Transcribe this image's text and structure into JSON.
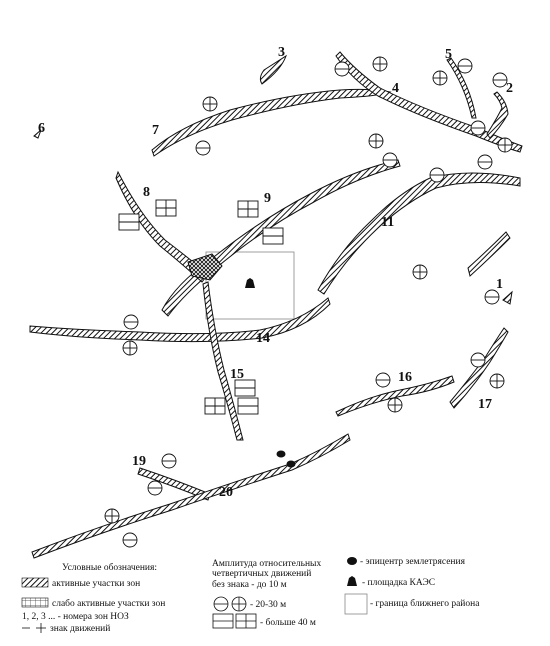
{
  "map": {
    "zone_labels": [
      "1",
      "2",
      "3",
      "4",
      "5",
      "6",
      "7",
      "8",
      "9",
      "11",
      "14",
      "15",
      "16",
      "17",
      "19",
      "20"
    ]
  },
  "legend": {
    "title": "Условные обозначения:",
    "active": "активные участки зон",
    "weak": "слабо активные участки зон",
    "numbers": "1, 2, 3 ... - номера зон НОЗ",
    "sign": "знак движений",
    "amplitude_line1": "Амплитуда относительных",
    "amplitude_line2": "четвертичных движений",
    "no_sign": "без знака - до 10 м",
    "range_20_30": "- 20-30 м",
    "more_40": "- больше 40 м",
    "epicenter": "- эпицентр землетрясения",
    "site": "- площадка КАЭС",
    "boundary": "- граница ближнего района"
  }
}
